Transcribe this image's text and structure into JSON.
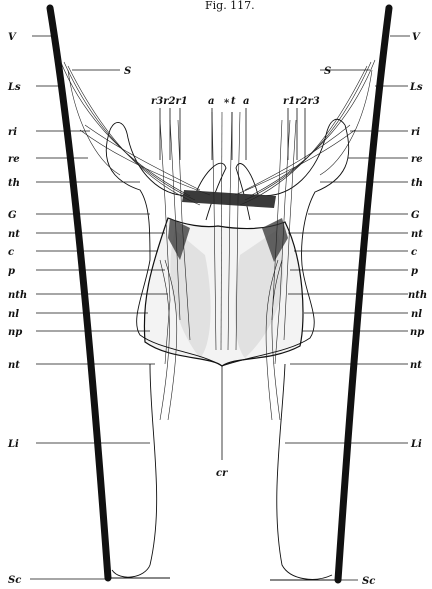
{
  "caption": "Fig. 117.",
  "labels_left": [
    "V",
    "Ls",
    "ri",
    "re",
    "th",
    "G",
    "nt",
    "c",
    "p",
    "nth",
    "nl",
    "np",
    "nt",
    "Li",
    "Sc"
  ],
  "labels_right": [
    "V",
    "Ls",
    "ri",
    "re",
    "th",
    "G",
    "nt",
    "c",
    "p",
    "nth",
    "nl",
    "np",
    "nt",
    "Li",
    "Sc"
  ],
  "label_s_left": "S",
  "label_s_right": "S",
  "top_labels": [
    {
      "id": "r3-left",
      "text": "r3r2r1"
    },
    {
      "id": "a-left",
      "text": "a"
    },
    {
      "id": "star",
      "text": "*"
    },
    {
      "id": "t",
      "text": "t"
    },
    {
      "id": "a-right",
      "text": "a"
    },
    {
      "id": "r1-right",
      "text": "r1r2r3"
    }
  ],
  "label_cr": "cr"
}
